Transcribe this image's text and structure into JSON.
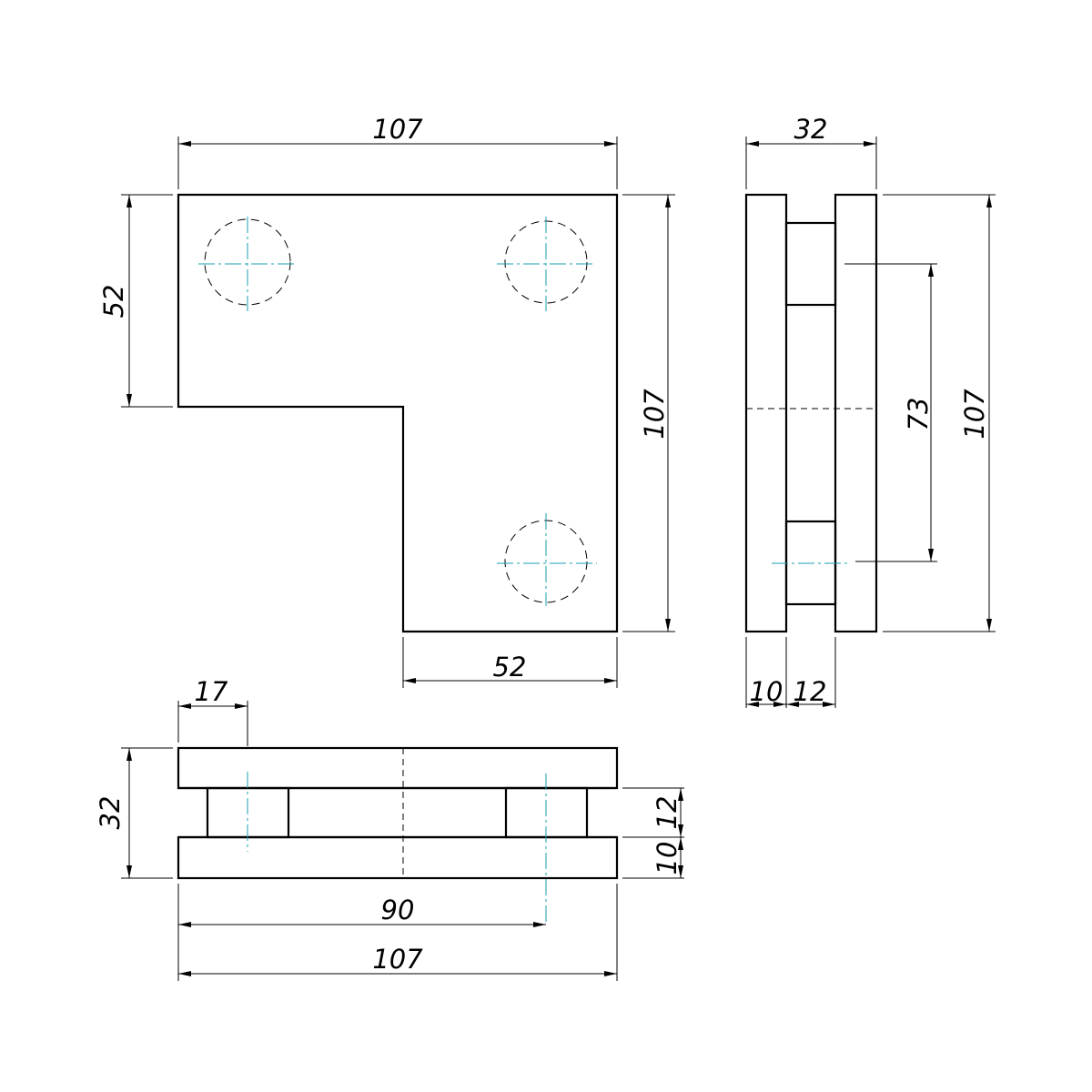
{
  "colors": {
    "outline": "#000000",
    "centerline": "#1a9fb0",
    "background": "#ffffff"
  },
  "dimensions": {
    "top_width": "107",
    "top_left_height": "52",
    "top_right_height": "107",
    "top_bottom_width": "52",
    "side_width": "32",
    "side_hole_spacing": "73",
    "side_height": "107",
    "side_plate": "10",
    "side_spacer": "12",
    "front_offset": "17",
    "front_height": "32",
    "front_spacer": "12",
    "front_plate": "10",
    "front_hole_distance": "90",
    "front_width": "107"
  }
}
